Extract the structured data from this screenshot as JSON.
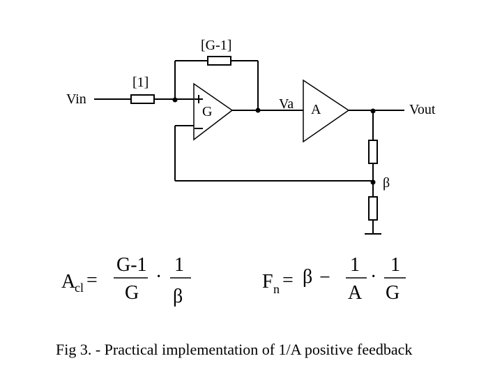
{
  "labels": {
    "vin": "Vin",
    "vout": "Vout",
    "va": "Va",
    "r1": "[1]",
    "r_feedback": "[G-1]",
    "opamp_g": "G",
    "amp_a": "A",
    "plus": "+",
    "minus": "−",
    "beta_node": "β"
  },
  "equation_acl": {
    "lhs_main": "A",
    "lhs_sub": "cl",
    "equals": "=",
    "num1": "G-1",
    "den1": "G",
    "dot": "·",
    "num2": "1",
    "den2": "β"
  },
  "equation_fn": {
    "lhs_main": "F",
    "lhs_sub": "n",
    "equals": "=",
    "beta": "β",
    "minus": "−",
    "num1": "1",
    "den1": "A",
    "dot": "·",
    "num2": "1",
    "den2": "G"
  },
  "caption": "Fig 3. - Practical implementation of 1/A positive feedback"
}
